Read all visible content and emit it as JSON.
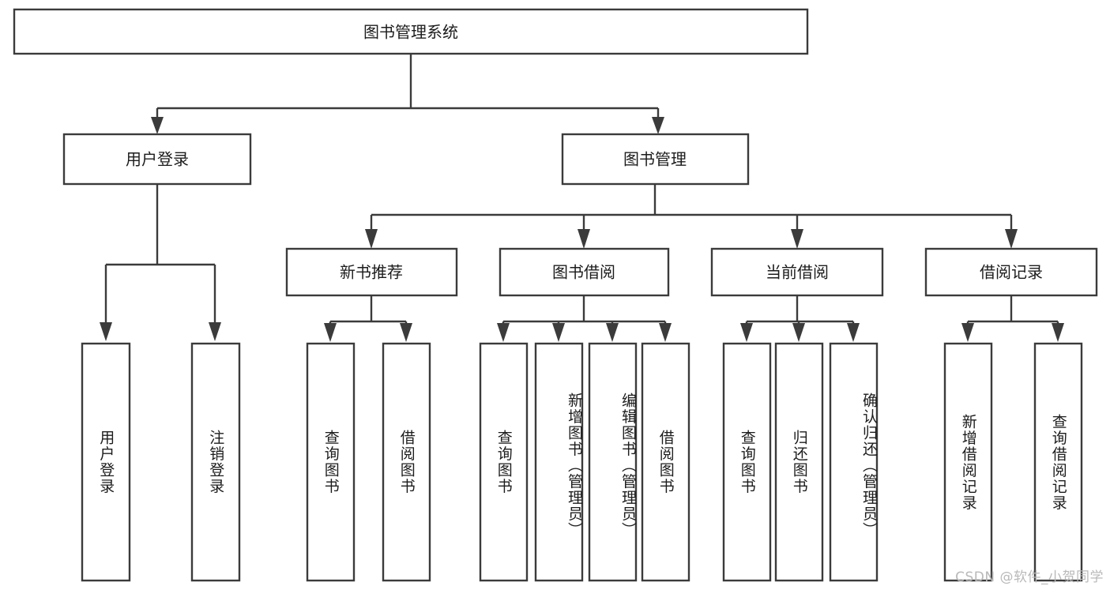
{
  "diagram": {
    "title": "图书管理系统",
    "type": "hierarchy-tree",
    "watermark": "CSDN @软件_小贺同学",
    "colors": {
      "stroke": "#3b3b3b",
      "fill": "#ffffff",
      "text": "#1c1c1c",
      "watermark": "#b9b9b9"
    },
    "root": {
      "label": "图书管理系统"
    },
    "level1": [
      {
        "label": "用户登录"
      },
      {
        "label": "图书管理"
      }
    ],
    "level2": [
      {
        "label": "新书推荐"
      },
      {
        "label": "图书借阅"
      },
      {
        "label": "当前借阅"
      },
      {
        "label": "借阅记录"
      }
    ],
    "leaves": {
      "user_login": [
        {
          "label": "用户登录"
        },
        {
          "label": "注销登录"
        }
      ],
      "new_book": [
        {
          "label": "查询图书"
        },
        {
          "label": "借阅图书"
        }
      ],
      "book_borrow": [
        {
          "label": "查询图书"
        },
        {
          "label": "新增图书（管理员）"
        },
        {
          "label": "编辑图书（管理员）"
        },
        {
          "label": "借阅图书"
        }
      ],
      "current_borrow": [
        {
          "label": "查询图书"
        },
        {
          "label": "归还图书"
        },
        {
          "label": "确认归还（管理员）"
        }
      ],
      "borrow_record": [
        {
          "label": "新增借阅记录"
        },
        {
          "label": "查询借阅记录"
        }
      ]
    }
  }
}
